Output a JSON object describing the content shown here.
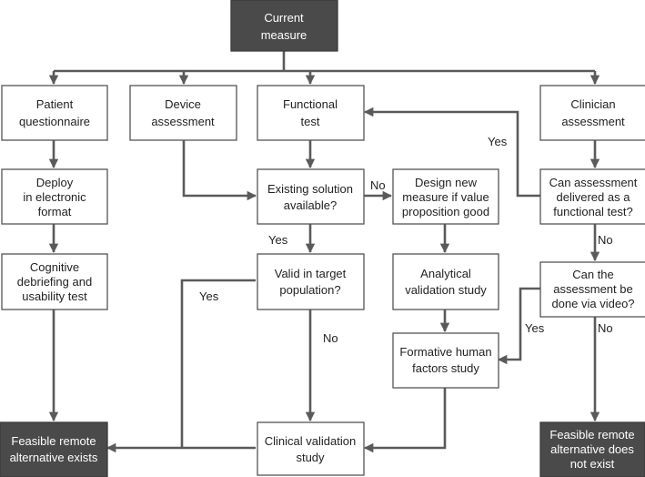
{
  "nodes": {
    "current_measure": [
      "Current",
      "measure"
    ],
    "patient_questionnaire": [
      "Patient",
      "questionnaire"
    ],
    "device_assessment": [
      "Device",
      "assessment"
    ],
    "functional_test": [
      "Functional",
      "test"
    ],
    "clinician_assessment": [
      "Clinician",
      "assessment"
    ],
    "deploy_electronic": [
      "Deploy",
      "in electronic",
      "format"
    ],
    "existing_solution": [
      "Existing solution",
      "available?"
    ],
    "design_new_measure": [
      "Design new",
      "measure if value",
      "proposition good"
    ],
    "can_assessment_functional": [
      "Can assessment",
      "delivered as a",
      "functional test?"
    ],
    "cognitive_debriefing": [
      "Cognitive",
      "debriefing and",
      "usability test"
    ],
    "valid_target_population": [
      "Valid in target",
      "population?"
    ],
    "analytical_validation": [
      "Analytical",
      "validation study"
    ],
    "can_done_video": [
      "Can the",
      "assessment be",
      "done via video?"
    ],
    "formative_human_factors": [
      "Formative human",
      "factors study"
    ],
    "feasible_exists": [
      "Feasible remote",
      "alternative exists"
    ],
    "clinical_validation": [
      "Clinical validation",
      "study"
    ],
    "feasible_not_exist": [
      "Feasible remote",
      "alternative does",
      "not exist"
    ]
  },
  "edge_labels": {
    "existing_no": "No",
    "existing_yes": "Yes",
    "functional_yes": "Yes",
    "functional_no": "No",
    "valid_yes": "Yes",
    "valid_no": "No",
    "video_yes": "Yes",
    "video_no": "No"
  },
  "colors": {
    "dark_fill": "#4a4a4a",
    "line": "#5a5a5a",
    "box_border": "#555555"
  }
}
